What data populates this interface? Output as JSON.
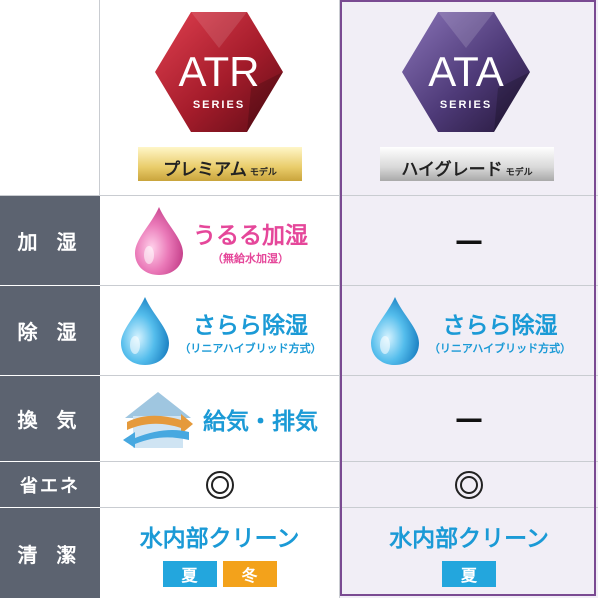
{
  "header": {
    "atr": {
      "name": "ATR",
      "series": "SERIES",
      "tag": "プレミアム",
      "tag_small": "モデル"
    },
    "ata": {
      "name": "ATA",
      "series": "SERIES",
      "tag": "ハイグレード",
      "tag_small": "モデル"
    }
  },
  "rows": {
    "humidify": {
      "label": "加 湿",
      "atr_title": "うるる加湿",
      "atr_sub": "（無給水加湿）",
      "ata_value": "—"
    },
    "dehumidify": {
      "label": "除 湿",
      "atr_title": "さらら除湿",
      "atr_sub": "（リニアハイブリッド方式）",
      "ata_title": "さらら除湿",
      "ata_sub": "（リニアハイブリッド方式）"
    },
    "ventilation": {
      "label": "換 気",
      "atr_title": "給気・排気",
      "ata_value": "—"
    },
    "energy": {
      "label": "省エネ"
    },
    "clean": {
      "label": "清 潔",
      "atr_title": "水内部クリーン",
      "atr_summer": "夏",
      "atr_winter": "冬",
      "ata_title": "水内部クリーン",
      "ata_summer": "夏"
    }
  },
  "colors": {
    "label_bg": "#5c6370",
    "atr_badge": "#a51c2b",
    "ata_badge": "#4e3a78",
    "pink": "#e5479a",
    "blue": "#1b9ad6",
    "summer": "#23a6dd",
    "winter": "#f3a21b",
    "ata_frame": "#7a4a92"
  },
  "icons": {
    "atr_badge": "hexagon-badge-icon",
    "drop_pink": "pink-water-drop-icon",
    "drop_blue": "blue-water-drop-icon",
    "house": "house-ventilation-icon",
    "double_circle": "double-circle-icon"
  }
}
